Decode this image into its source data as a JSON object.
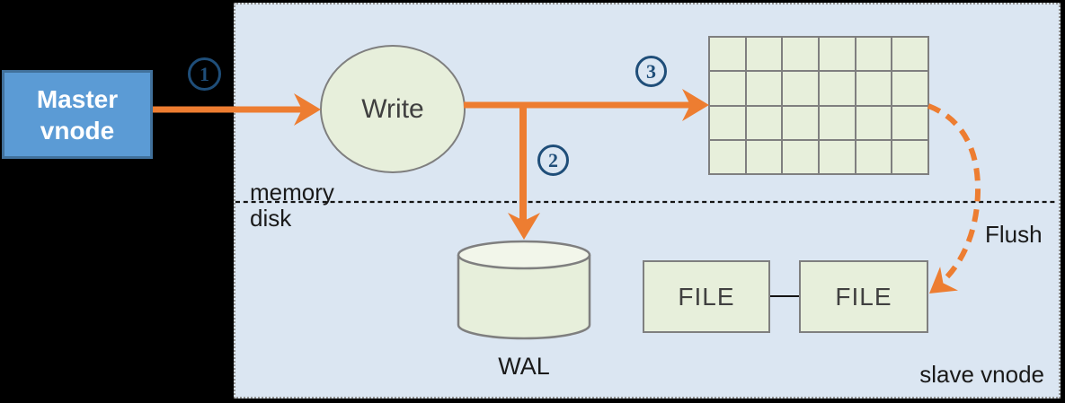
{
  "colors": {
    "accent_orange": "#ed7d31",
    "step_blue": "#1f4e79",
    "panel_bg": "#dbe6f2",
    "green_fill": "#e7efdb",
    "green_top": "#f2f6ea",
    "master_fill": "#5b9bd5",
    "master_border": "#41719c",
    "shape_border": "#7f7f7f",
    "ink": "#1a1a1a",
    "node_text": "#404040"
  },
  "master_vnode": {
    "line1": "Master",
    "line2": "vnode"
  },
  "steps": {
    "one": "1",
    "two": "2",
    "three": "3"
  },
  "write_node": {
    "label": "Write"
  },
  "labels": {
    "memory": "memory",
    "disk": "disk",
    "wal": "WAL",
    "flush": "Flush",
    "slave_vnode": "slave vnode"
  },
  "files": {
    "file1": "FILE",
    "file2": "FILE"
  },
  "memtable_grid": {
    "rows": 4,
    "cols": 6
  }
}
